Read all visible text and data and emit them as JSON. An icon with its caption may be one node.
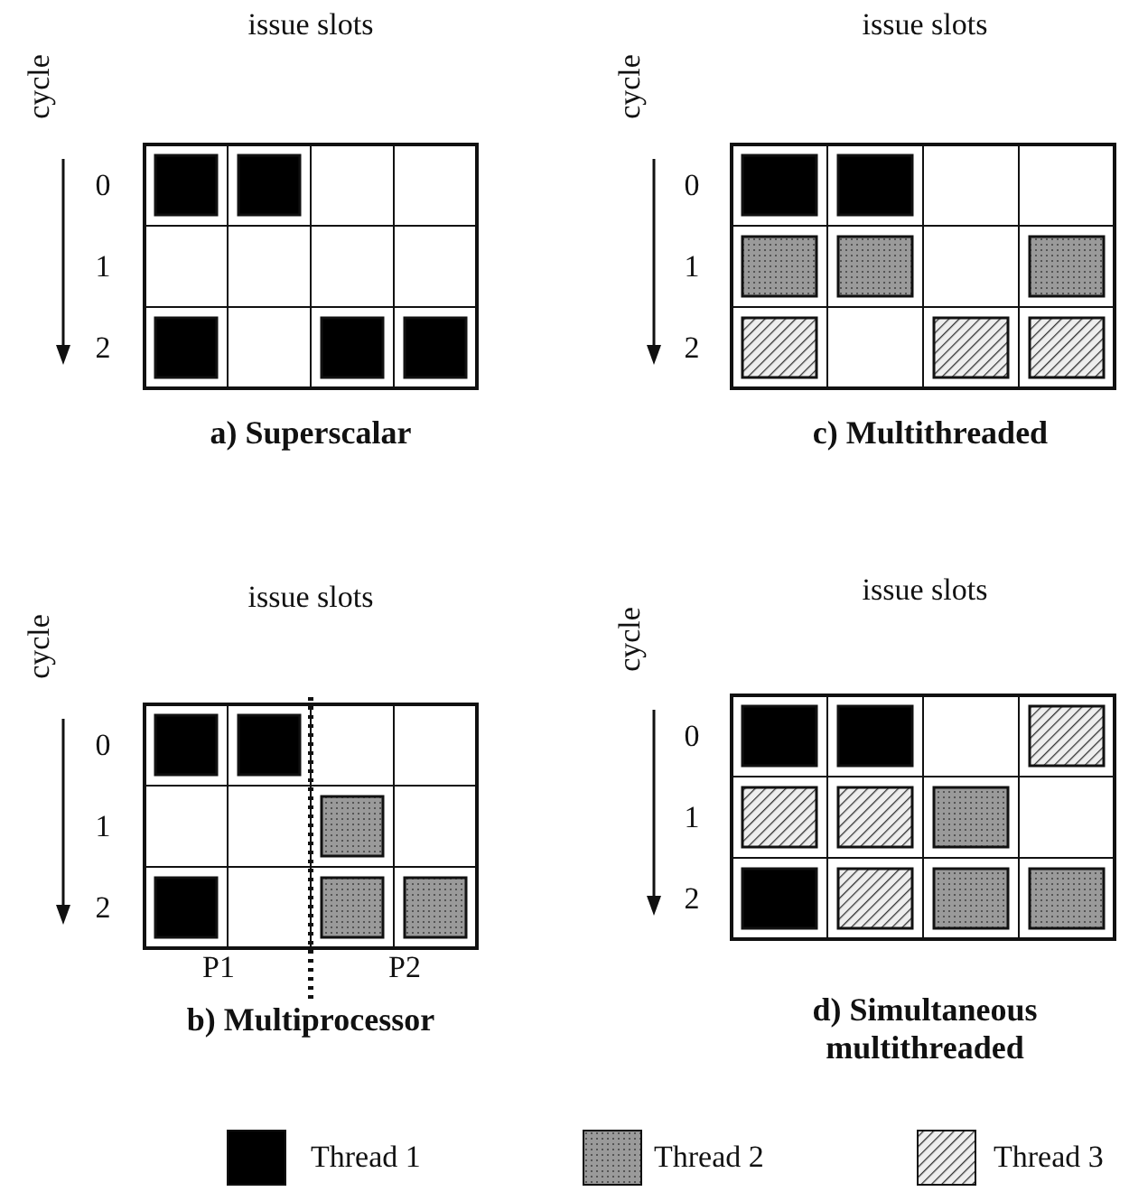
{
  "diagram": {
    "labels": [
      "issue slots",
      "issue slots",
      "cycle",
      "0",
      "1",
      "2",
      "cycle",
      "0",
      "1",
      "2",
      "a) Superscalar",
      "c) Multithreaded",
      "issue slots",
      "issue slots",
      "cycle",
      "0",
      "1",
      "2",
      "cycle",
      "0",
      "1",
      "2",
      "P1",
      "P2",
      "b) Multiprocessor",
      "d) Simultaneous multithreaded"
    ],
    "legend": [
      {
        "text": "Thread 1",
        "color": "#000000"
      },
      {
        "text": "Thread 2",
        "color": "#9a9a9a"
      },
      {
        "text": "Thread 3"
      }
    ]
  }
}
